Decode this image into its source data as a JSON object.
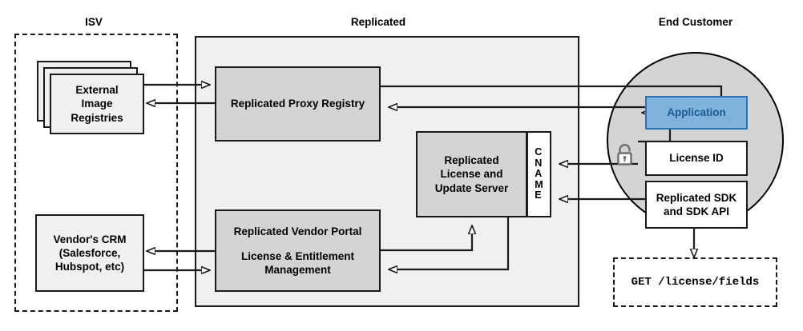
{
  "diagram": {
    "title_zones": [
      {
        "name": "isv",
        "label": "ISV"
      },
      {
        "name": "replicated",
        "label": "Replicated"
      },
      {
        "name": "end_customer",
        "label": "End Customer"
      }
    ],
    "nodes": {
      "external_image_registries": "External\nImage\nRegistries",
      "vendors_crm": "Vendor's CRM\n(Salesforce,\nHubspot, etc)",
      "replicated_proxy_registry": "Replicated Proxy Registry",
      "replicated_license_update_server": "Replicated\nLicense and\nUpdate Server",
      "cname_letters": [
        "C",
        "N",
        "A",
        "M",
        "E"
      ],
      "vendor_portal_title": "Replicated Vendor Portal",
      "vendor_portal_subtitle": "License & Entitlement\nManagement",
      "application": "Application",
      "license_id": "License ID",
      "replicated_sdk": "Replicated SDK\nand SDK API",
      "api_request": "GET /license/fields"
    },
    "icons": {
      "unlocked_padlock": "unlock-icon"
    },
    "colors": {
      "node_fill": "#d4d4d4",
      "light_fill": "#f0f0f0",
      "white_fill": "#ffffff",
      "app_fill": "#7eb3dd",
      "app_border": "#2f72b0",
      "app_text": "#1b5a96",
      "stroke": "#1a1a1a",
      "circle_fill": "#d4d4d4"
    }
  }
}
